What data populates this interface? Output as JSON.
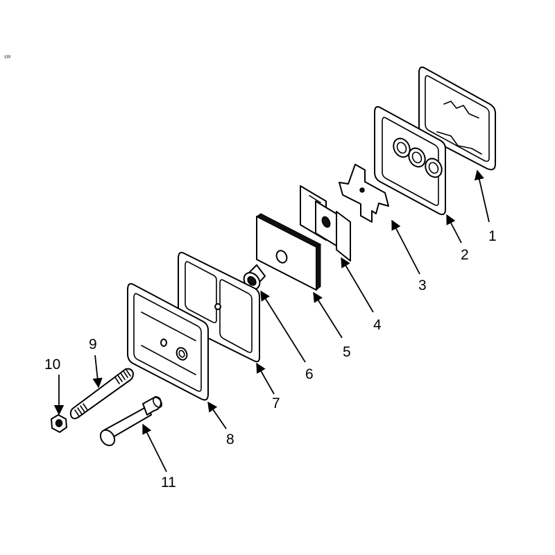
{
  "corner_mark": "¹³³",
  "callouts": [
    {
      "id": "1",
      "text": "1"
    },
    {
      "id": "2",
      "text": "2"
    },
    {
      "id": "3",
      "text": "3"
    },
    {
      "id": "4",
      "text": "4"
    },
    {
      "id": "5",
      "text": "5"
    },
    {
      "id": "6",
      "text": "6"
    },
    {
      "id": "7",
      "text": "7"
    },
    {
      "id": "8",
      "text": "8"
    },
    {
      "id": "9",
      "text": "9"
    },
    {
      "id": "10",
      "text": "10"
    },
    {
      "id": "11",
      "text": "11"
    }
  ]
}
